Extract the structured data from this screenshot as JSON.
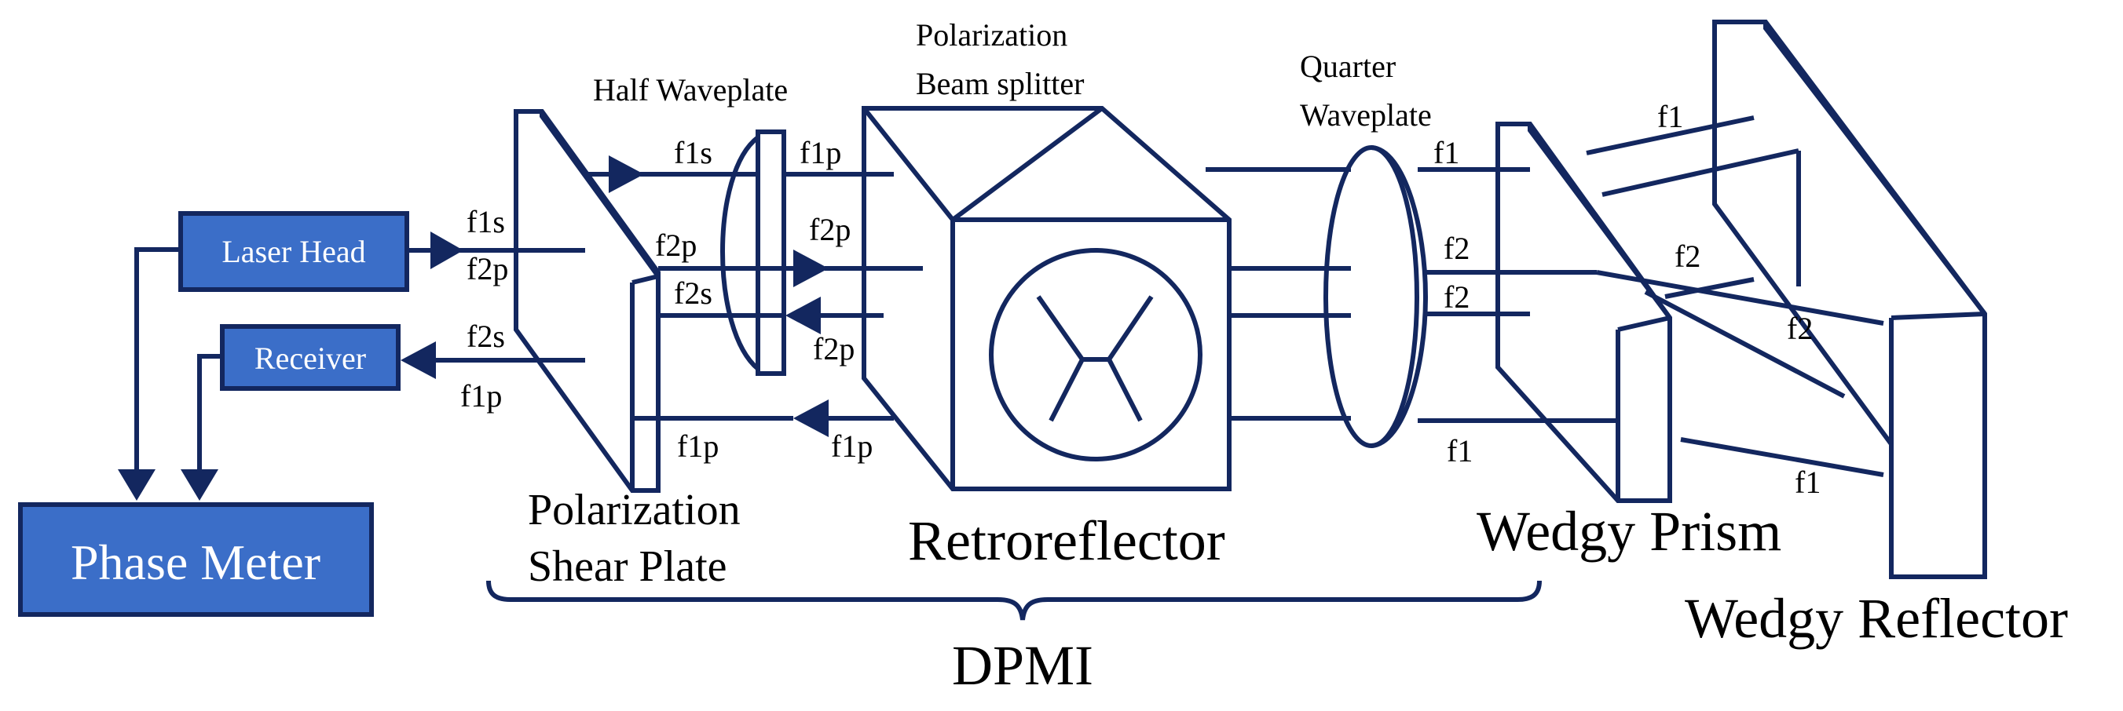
{
  "colors": {
    "line": "#13275f",
    "box_fill": "#3b6ec8",
    "box_text": "#ffffff",
    "label": "#000000"
  },
  "boxes": {
    "laser_head": "Laser Head",
    "receiver": "Receiver",
    "phase_meter": "Phase Meter"
  },
  "components": {
    "half_waveplate": "Half Waveplate",
    "pbs_line1": "Polarization",
    "pbs_line2": "Beam splitter",
    "qwp_line1": "Quarter",
    "qwp_line2": "Waveplate",
    "shear_line1": "Polarization",
    "shear_line2": "Shear Plate",
    "retroreflector": "Retroreflector",
    "wedgy_prism": "Wedgy Prism",
    "wedgy_reflector": "Wedgy Reflector",
    "dpmi": "DPMI"
  },
  "beams": {
    "laser_f1s": "f1s",
    "laser_f2p": "f2p",
    "recv_f2s": "f2s",
    "recv_f1p": "f1p",
    "hwp_in_f1s": "f1s",
    "hwp_out_f1p": "f1p",
    "hwp_f2p": "f2p",
    "hwp_f2s": "f2s",
    "pbs_f2p_in": "f2p",
    "pbs_f2p_ret": "f2p",
    "ret_f1p_a": "f1p",
    "ret_f1p_b": "f1p",
    "qwp_f1_top": "f1",
    "qwp_f2_a": "f2",
    "qwp_f2_b": "f2",
    "qwp_f1_bottom": "f1",
    "wr_f1_top": "f1",
    "wr_f2_a": "f2",
    "wr_f2_b": "f2",
    "wr_f1_bottom": "f1"
  }
}
